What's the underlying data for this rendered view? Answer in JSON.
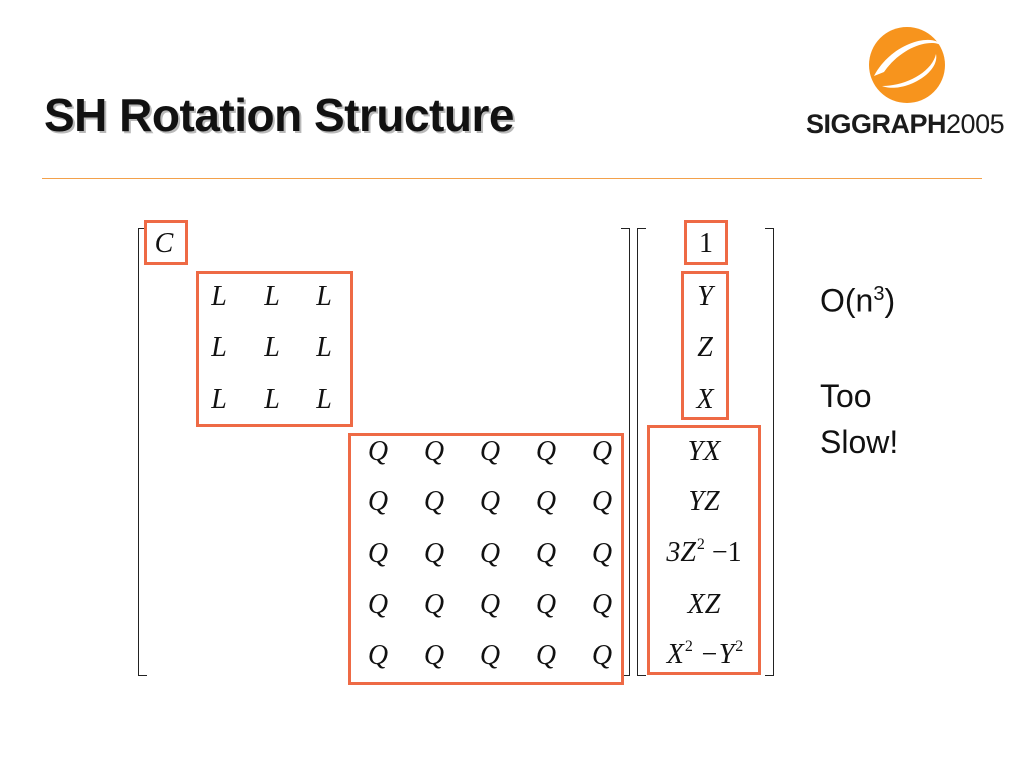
{
  "slide": {
    "title": "SH Rotation Structure"
  },
  "logo": {
    "brand": "SIGGRAPH",
    "year": "2005",
    "icon": "siggraph-swirl-logo",
    "color": "#f7941d"
  },
  "matrix": {
    "c_label": "C",
    "l_label": "L",
    "q_label": "Q",
    "l_rows": [
      [
        "L",
        "L",
        "L"
      ],
      [
        "L",
        "L",
        "L"
      ],
      [
        "L",
        "L",
        "L"
      ]
    ],
    "q_rows": [
      [
        "Q",
        "Q",
        "Q",
        "Q",
        "Q"
      ],
      [
        "Q",
        "Q",
        "Q",
        "Q",
        "Q"
      ],
      [
        "Q",
        "Q",
        "Q",
        "Q",
        "Q"
      ],
      [
        "Q",
        "Q",
        "Q",
        "Q",
        "Q"
      ],
      [
        "Q",
        "Q",
        "Q",
        "Q",
        "Q"
      ]
    ]
  },
  "vector": {
    "v0": "1",
    "v1": "Y",
    "v2": "Z",
    "v3": "X",
    "v4": "YX",
    "v5": "YZ",
    "v6_a": "3Z",
    "v6_sup": "2",
    "v6_b": " −1",
    "v7": "XZ",
    "v8_a": "X",
    "v8_sup1": "2",
    "v8_b": " −Y",
    "v8_sup2": "2"
  },
  "notes": {
    "complexity_base": "O(n",
    "complexity_exp": "3",
    "complexity_close": ")",
    "line2": "Too",
    "line3": "Slow!"
  },
  "colors": {
    "highlight": "#ee6a45",
    "rule": "#f3a14b"
  }
}
